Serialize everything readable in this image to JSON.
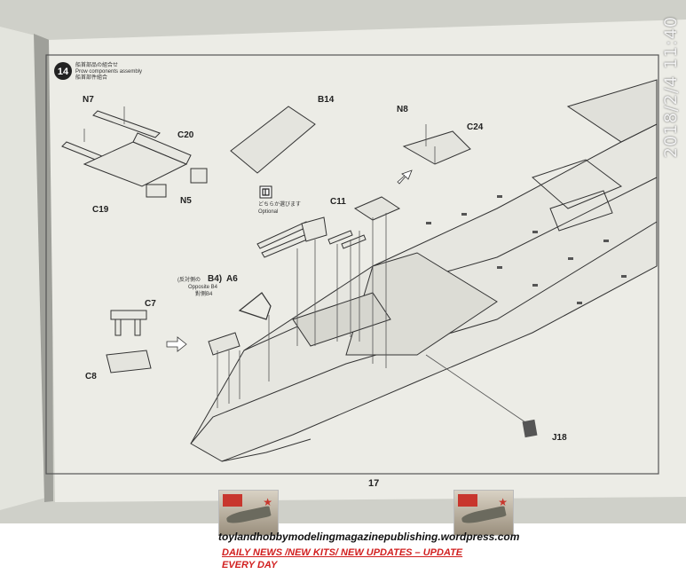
{
  "instruction_page": {
    "step_number": "14",
    "step_title_jp": "船首部品の組合せ",
    "step_title_en": "Prow components assembly",
    "step_title_cn": "船首部件組合",
    "optional_jp": "どちらか選びます",
    "optional_en": "Optional",
    "b4_note_jp": "(反対側の",
    "b4_label": "B4)",
    "b4_note_en": "Opposite B4",
    "b4_note_cn": "對側B4",
    "page_number": "17",
    "part_labels": [
      "N7",
      "C20",
      "N5",
      "C19",
      "B14",
      "N8",
      "C24",
      "C11",
      "A6",
      "C7",
      "C8",
      "J18"
    ]
  },
  "timestamp": "2018/2/4  11:40",
  "watermark": {
    "site": "toylandhobbymodelingmagazinepublishing.wordpress.com",
    "news_line1": "DAILY NEWS /NEW KITS/ NEW UPDATES – UPDATE",
    "news_line2": "EVERY DAY"
  }
}
